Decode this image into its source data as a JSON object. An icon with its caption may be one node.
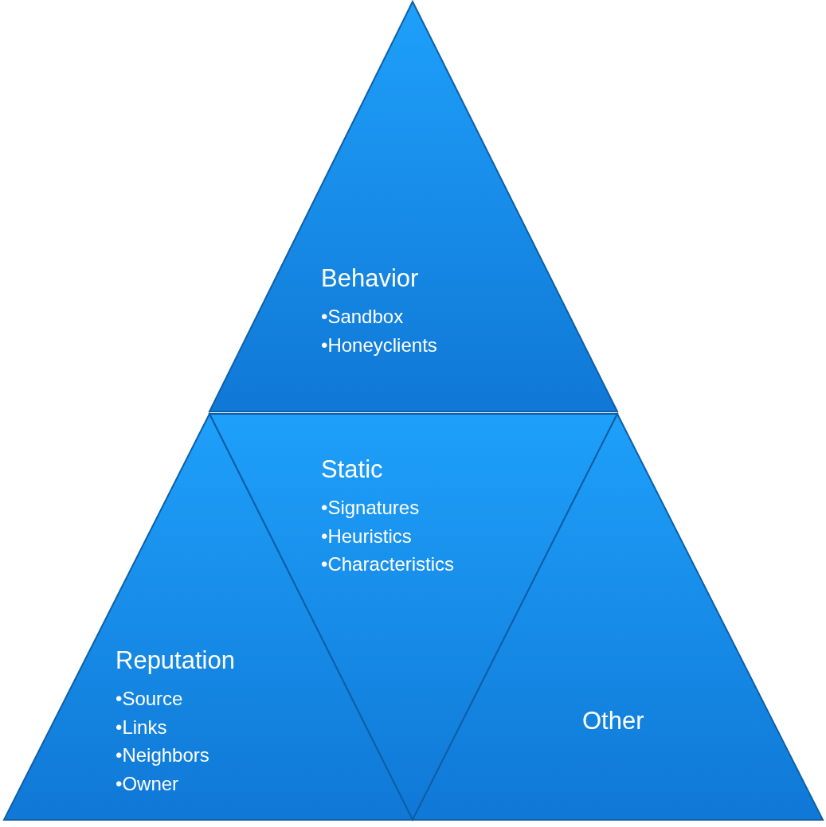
{
  "diagram": {
    "nodes": [
      {
        "text": [
          "Behavior",
          "•Sandbox",
          "•Honeyclients"
        ]
      },
      {
        "text": [
          "Static",
          "•Signatures",
          "•Heuristics",
          "•Characteristics"
        ]
      },
      {
        "text": [
          "Reputation",
          "•Source",
          "•Links",
          "•Neighbors",
          "•Owner"
        ]
      },
      {
        "text": [
          "Other"
        ]
      }
    ]
  }
}
